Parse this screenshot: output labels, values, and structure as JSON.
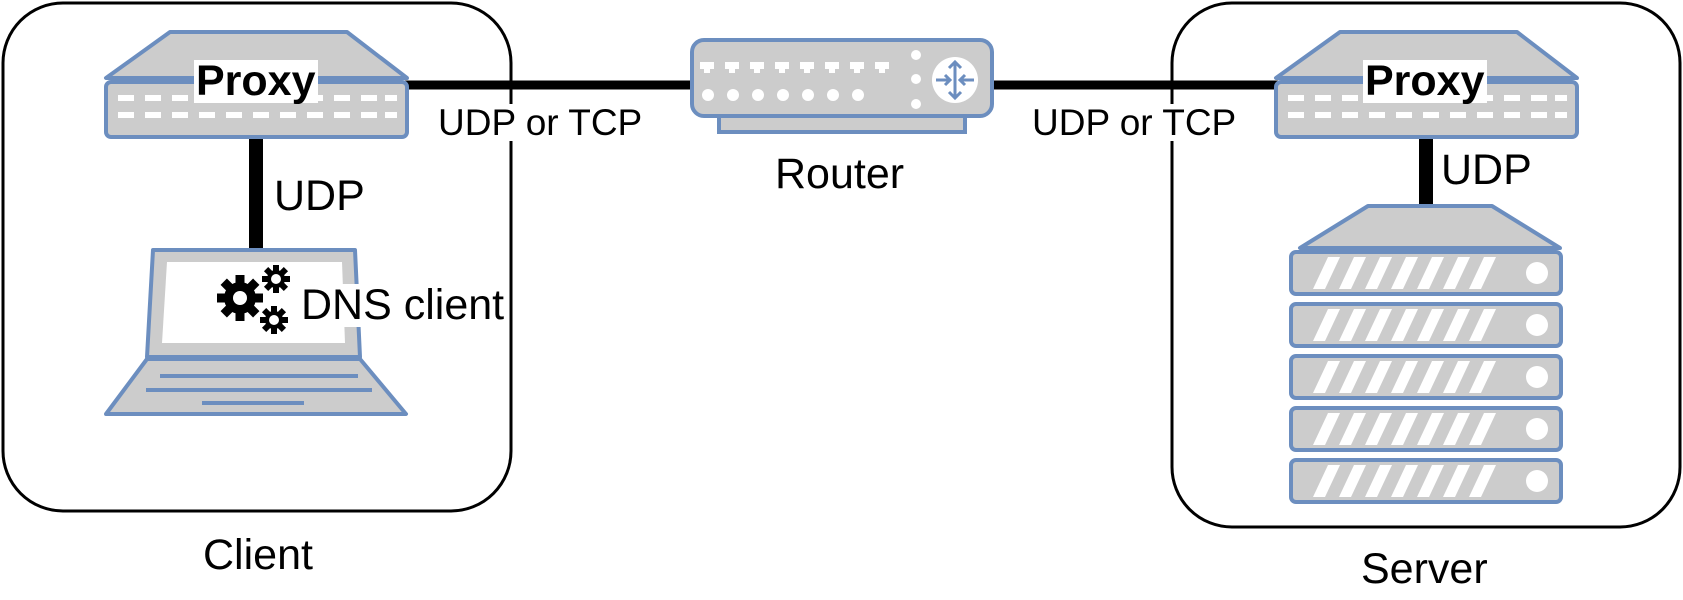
{
  "labels": {
    "client_proxy": "Proxy",
    "server_proxy": "Proxy",
    "client_udp": "UDP",
    "server_udp": "UDP",
    "left_link": "UDP or TCP",
    "right_link": "UDP or TCP",
    "router": "Router",
    "dns_client": "DNS client",
    "client_group": "Client",
    "server_group": "Server"
  },
  "icons": [
    "proxy-switch-icon",
    "router-icon",
    "laptop-icon",
    "gears-icon",
    "server-rack-icon"
  ],
  "colors": {
    "device_fill": "#cccccc",
    "device_stroke": "#6c8ebf",
    "link": "#000000",
    "group_border": "#000000"
  }
}
